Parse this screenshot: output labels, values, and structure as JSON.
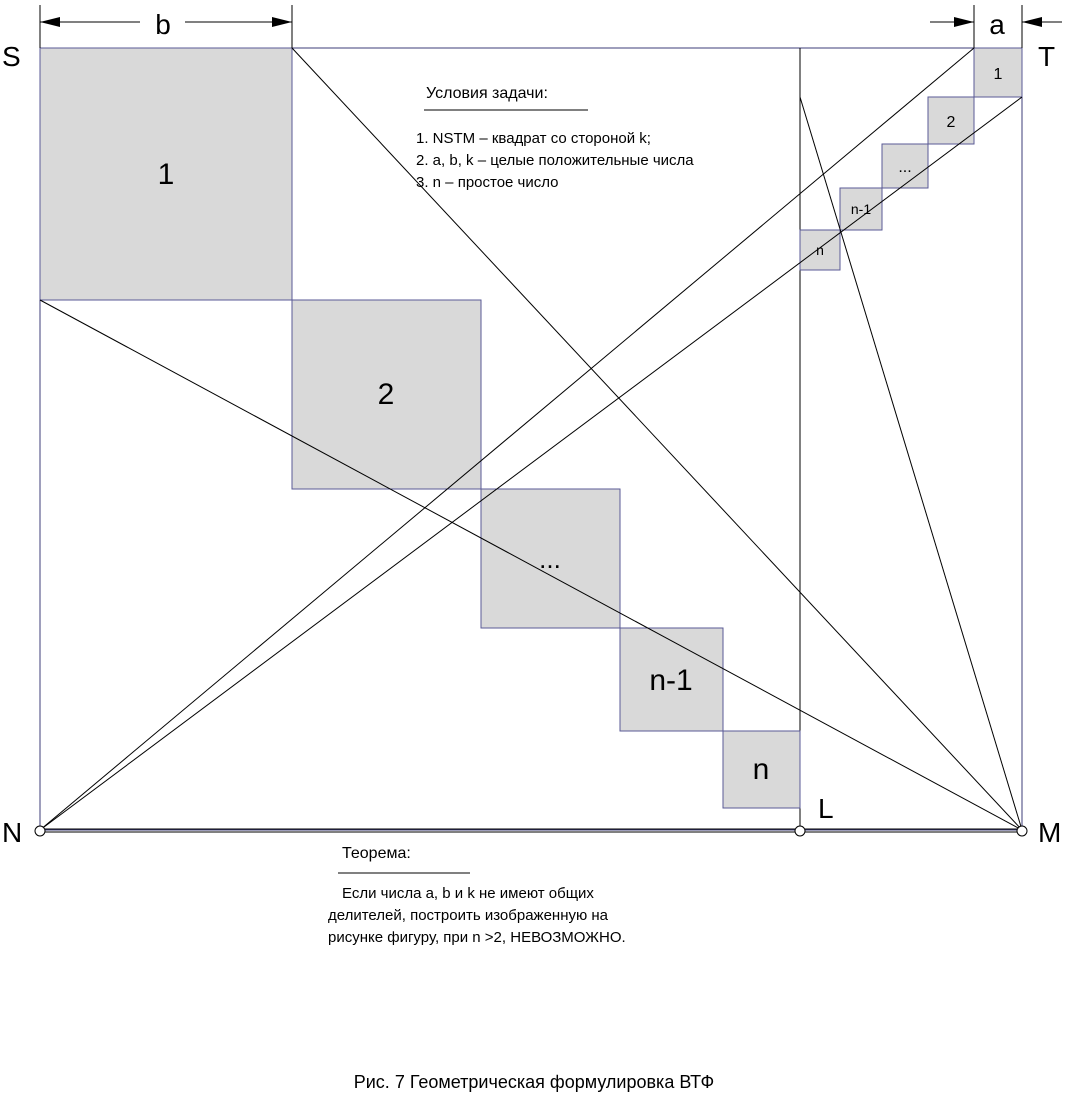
{
  "labels": {
    "S": "S",
    "T": "T",
    "N": "N",
    "M": "M",
    "L": "L",
    "b": "b",
    "a": "a"
  },
  "big_squares": [
    "1",
    "2",
    "...",
    "n-1",
    "n"
  ],
  "small_squares": [
    "1",
    "2",
    "...",
    "n-1",
    "n"
  ],
  "conditions": {
    "title": "Условия задачи:",
    "items": [
      "1. NSTM – квадрат со стороной k;",
      "2. a, b, k – целые положительные числа",
      "3. n – простое число"
    ]
  },
  "theorem": {
    "title": "Теорема:",
    "lines": [
      "Если числа a, b и k не имеют общих",
      "делителей, построить изображенную на",
      "рисунке фигуру, при n >2, НЕВОЗМОЖНО."
    ]
  },
  "caption": "Рис. 7  Геометрическая формулировка ВТФ"
}
